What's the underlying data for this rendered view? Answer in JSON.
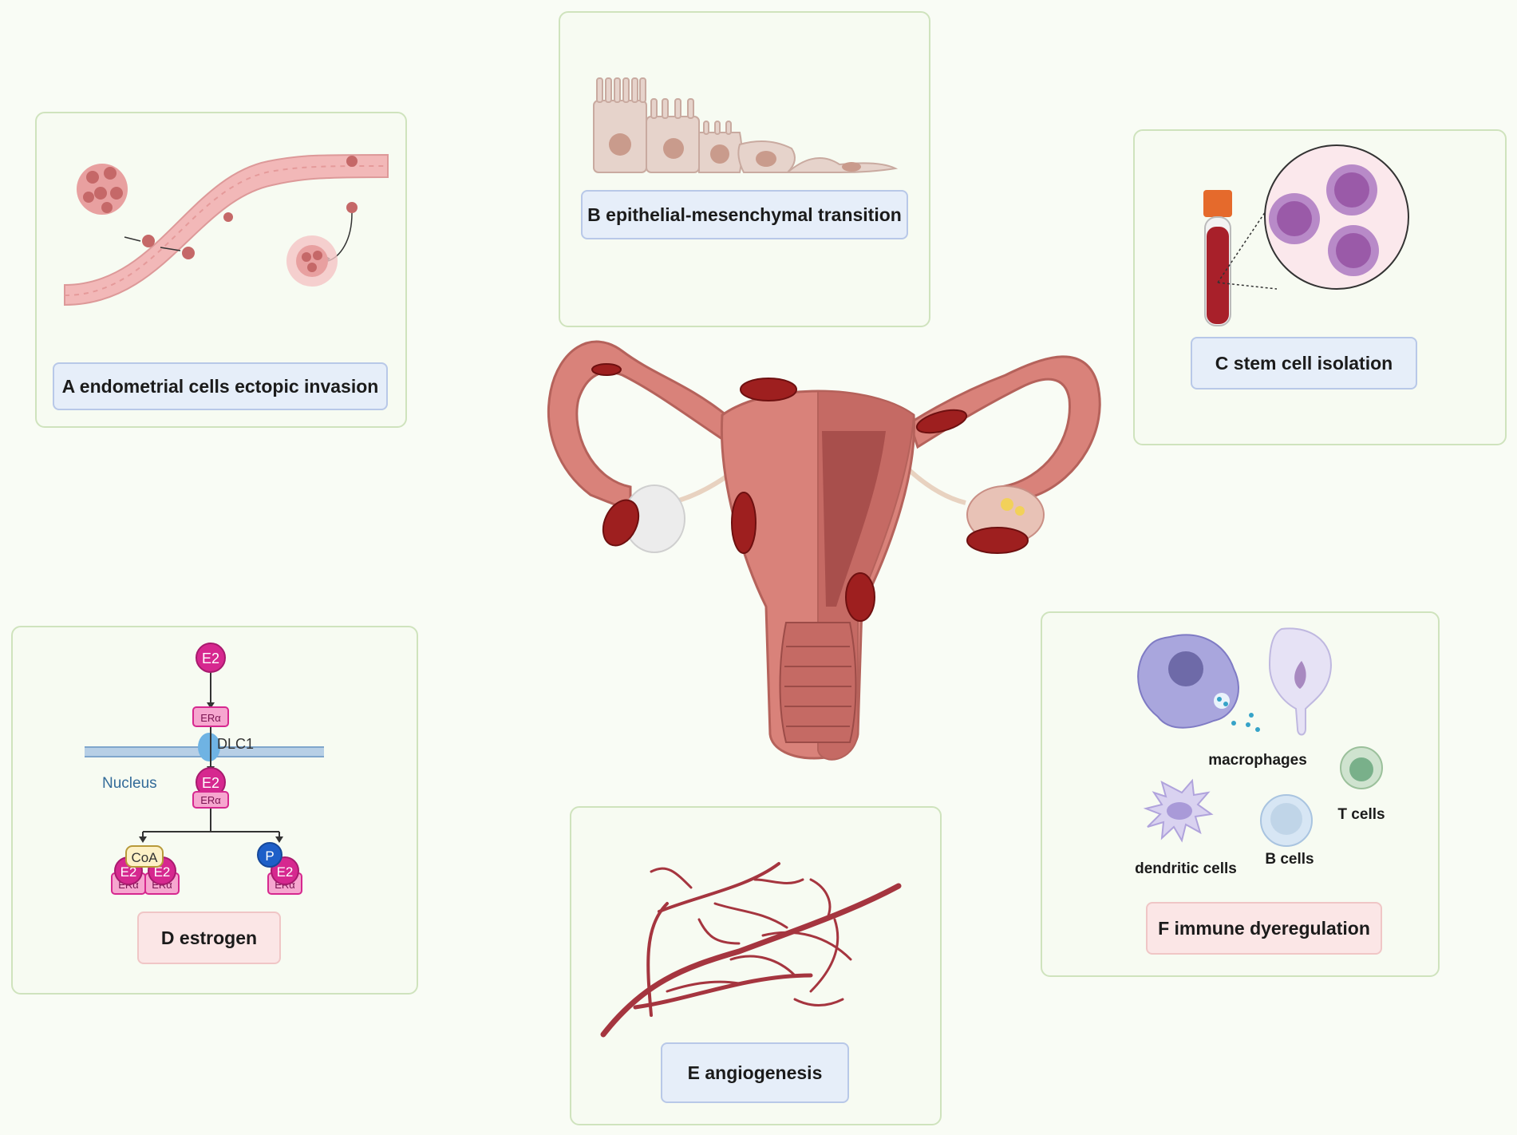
{
  "panels": {
    "a": {
      "label": "A endometrial cells ectopic invasion"
    },
    "b": {
      "label": "B epithelial-mesenchymal transition"
    },
    "c": {
      "label": "C stem cell  isolation"
    },
    "d": {
      "label": "D estrogen",
      "e2": "E2",
      "era": "ERα",
      "dlc1": "DLC1",
      "nucleus": "Nucleus",
      "coa": "CoA",
      "p": "P"
    },
    "e": {
      "label": "E angiogenesis"
    },
    "f": {
      "label": "F immune dyeregulation",
      "macrophages": "macrophages",
      "t_cells": "T cells",
      "dendritic_cells": "dendritic cells",
      "b_cells": "B cells"
    }
  },
  "colors": {
    "panel_border": "#cfe3bd",
    "label_blue": "#e6eef9",
    "label_pink": "#fbe6e6",
    "uterus": "#d9827a",
    "lesion": "#9e1f1f",
    "magenta": "#d6288f"
  }
}
